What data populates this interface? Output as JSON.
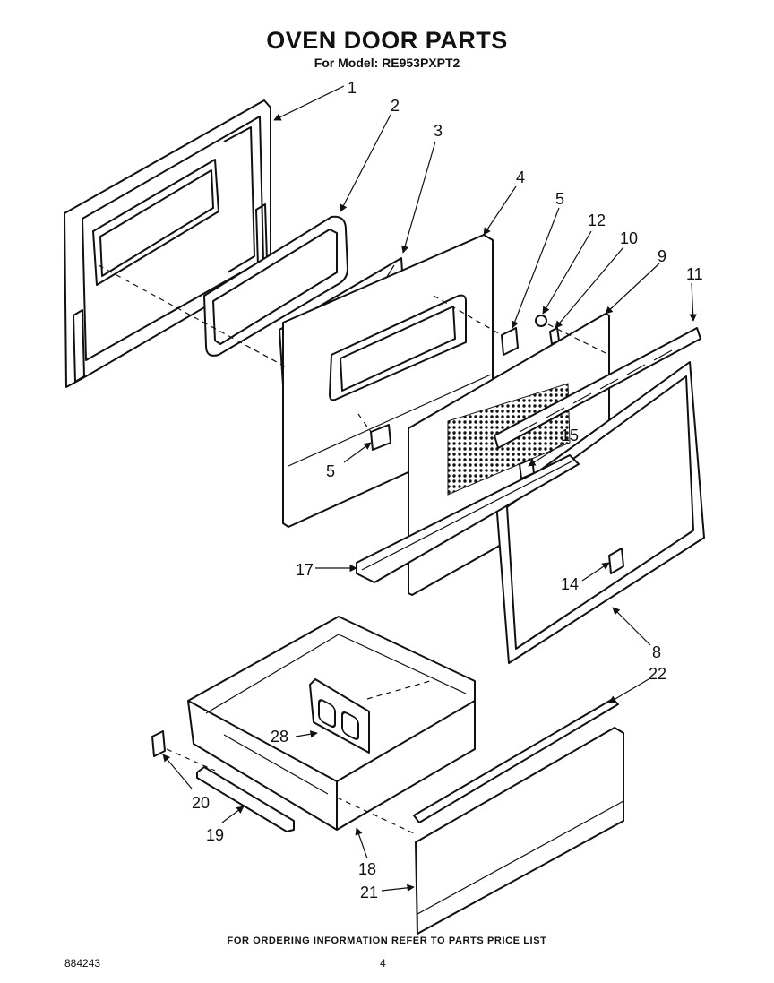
{
  "header": {
    "title": "OVEN DOOR PARTS",
    "subtitle": "For Model: RE953PXPT2"
  },
  "callouts": {
    "c1": "1",
    "c2": "2",
    "c3": "3",
    "c4": "4",
    "c5a": "5",
    "c5b": "5",
    "c8": "8",
    "c9": "9",
    "c10": "10",
    "c11": "11",
    "c12": "12",
    "c14": "14",
    "c15": "15",
    "c17": "17",
    "c18": "18",
    "c19": "19",
    "c20": "20",
    "c21": "21",
    "c22": "22",
    "c28": "28"
  },
  "footer": {
    "note": "FOR ORDERING INFORMATION REFER TO PARTS PRICE LIST",
    "doc_number": "884243",
    "page_number": "4"
  }
}
